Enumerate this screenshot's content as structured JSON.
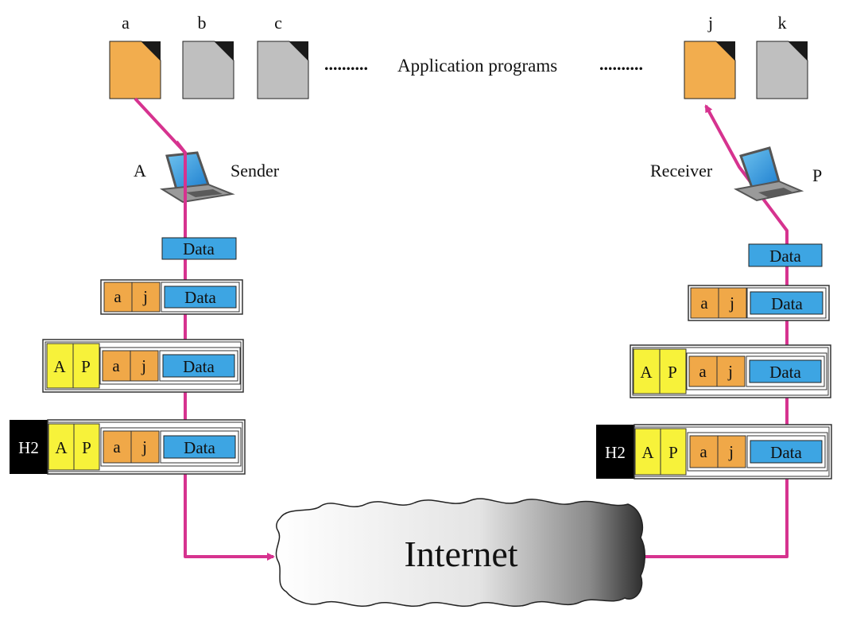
{
  "programs": {
    "labels": [
      "a",
      "b",
      "c",
      "j",
      "k"
    ],
    "caption": "Application programs",
    "dots_left": "..........",
    "dots_right": ".........."
  },
  "sender": {
    "host": "A",
    "role": "Sender"
  },
  "receiver": {
    "host": "P",
    "role": "Receiver"
  },
  "packet": {
    "data": "Data",
    "port_src": "a",
    "port_dst": "j",
    "addr_src": "A",
    "addr_dst": "P",
    "link_header": "H2"
  },
  "network": {
    "label": "Internet"
  },
  "colors": {
    "wire": "#d6338f",
    "data_fill": "#3da5e3",
    "port_fill": "#f0a848",
    "addr_fill": "#f7f23a",
    "link_fill": "#000000",
    "doc_active": "#f2ad4e",
    "doc_inactive": "#bfbfbf"
  }
}
